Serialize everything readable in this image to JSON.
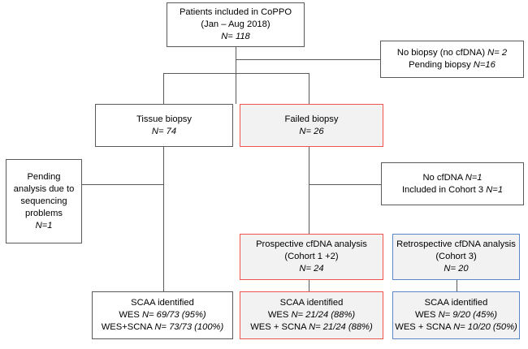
{
  "diagram": {
    "title": "CoPPO patient flow diagram",
    "colors": {
      "default_border": "#595959",
      "red_border": "#ef5350",
      "blue_border": "#5b87c4",
      "highlight_fill": "#f2f2f2",
      "background": "#ffffff",
      "connector": "#595959"
    },
    "nodes": {
      "patients_included": {
        "name": "patients-included-box",
        "style": "default",
        "lines": [
          "Patients included in CoPPO",
          "(Jan – Aug 2018)",
          "N= 118"
        ],
        "italic_lines": [
          2
        ]
      },
      "no_biopsy": {
        "name": "no-biopsy-box",
        "style": "default",
        "lines": [
          "No biopsy (no cfDNA) N= 2",
          "Pending biopsy N=16"
        ]
      },
      "tissue_biopsy": {
        "name": "tissue-biopsy-box",
        "style": "default",
        "lines": [
          "Tissue biopsy",
          "N=  74"
        ],
        "italic_lines": [
          1
        ]
      },
      "failed_biopsy": {
        "name": "failed-biopsy-box",
        "style": "red",
        "lines": [
          "Failed biopsy",
          "N=  26"
        ],
        "italic_lines": [
          1
        ]
      },
      "pending_analysis": {
        "name": "pending-analysis-box",
        "style": "default",
        "lines": [
          "Pending",
          "analysis due to",
          "sequencing",
          "problems",
          "N=1"
        ],
        "italic_lines": [
          4
        ]
      },
      "no_cfdna": {
        "name": "no-cfdna-box",
        "style": "default",
        "lines": [
          "No cfDNA N=1",
          "Included in Cohort 3 N=1"
        ]
      },
      "prospective_cfdna": {
        "name": "prospective-cfdna-box",
        "style": "red",
        "lines": [
          "Prospective cfDNA analysis",
          "(Cohort 1 +2)",
          "N=  24"
        ],
        "italic_lines": [
          2
        ]
      },
      "retrospective_cfdna": {
        "name": "retrospective-cfdna-box",
        "style": "blue",
        "lines": [
          "Retrospective cfDNA analysis",
          "(Cohort 3)",
          "N= 20"
        ],
        "italic_lines": [
          2
        ]
      },
      "scaa_tissue": {
        "name": "scaa-identified-tissue-box",
        "style": "default",
        "lines": [
          "SCAA identified",
          "WES N= 69/73 (95%)",
          "WES+SCNA N= 73/73 (100%)"
        ]
      },
      "scaa_prospective": {
        "name": "scaa-identified-prospective-box",
        "style": "red",
        "lines": [
          "SCAA identified",
          "WES N= 21/24 (88%)",
          "WES + SCNA N= 21/24 (88%)"
        ]
      },
      "scaa_retrospective": {
        "name": "scaa-identified-retrospective-box",
        "style": "blue",
        "lines": [
          "SCAA identified",
          "WES N= 9/20 (45%)",
          "WES + SCNA N= 10/20 (50%)"
        ]
      }
    }
  }
}
